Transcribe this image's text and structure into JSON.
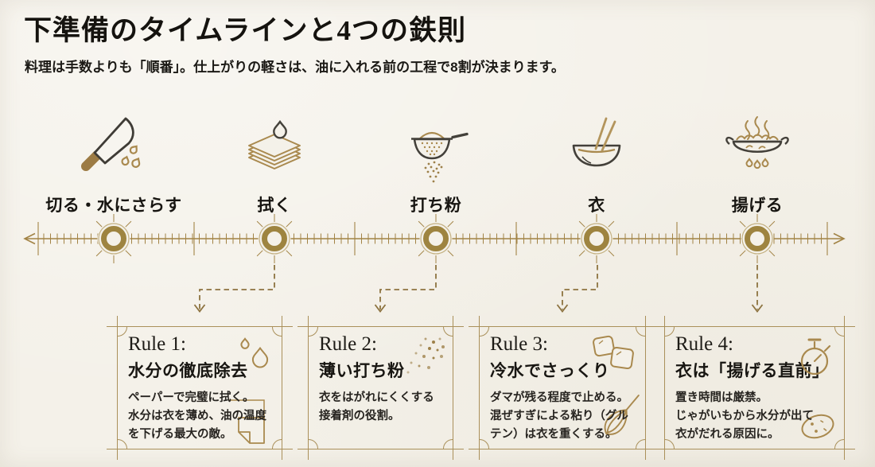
{
  "header": {
    "title": "下準備のタイムラインと4つの鉄則",
    "subtitle": "料理は手数よりも「順番」。仕上がりの軽さは、油に入れる前の工程で8割が決まります。"
  },
  "timeline": {
    "steps": [
      {
        "label": "切る・水にさらす",
        "icon": "knife-water-icon"
      },
      {
        "label": "拭く",
        "icon": "paper-towel-stack-icon"
      },
      {
        "label": "打ち粉",
        "icon": "flour-sieve-icon"
      },
      {
        "label": "衣",
        "icon": "batter-bowl-icon"
      },
      {
        "label": "揚げる",
        "icon": "frying-wok-icon"
      }
    ]
  },
  "rules": [
    {
      "title": "Rule 1:",
      "subtitle": "水分の徹底除去",
      "body": "ペーパーで完璧に拭く。\n水分は衣を薄め、油の温度\nを下げる最大の敵。",
      "corner_icon": "water-drops-icon",
      "accent_icon": "paper-sheet-icon"
    },
    {
      "title": "Rule 2:",
      "subtitle": "薄い打ち粉",
      "body": "衣をはがれにくくする\n接着剤の役割。",
      "corner_icon": "flour-dust-icon"
    },
    {
      "title": "Rule 3:",
      "subtitle": "冷水でさっくり",
      "body": "ダマが残る程度で止める。\n混ぜすぎによる粘り（グル\nテン）は衣を重くする。",
      "corner_icon": "ice-cubes-icon",
      "accent_icon": "whisk-icon"
    },
    {
      "title": "Rule 4:",
      "subtitle": "衣は「揚げる直前」",
      "body": "置き時間は厳禁。\nじゃがいもから水分が出て\n衣がだれる原因に。",
      "corner_icon": "stopwatch-icon",
      "accent_icon": "potato-icon"
    }
  ],
  "colors": {
    "background": "#f4f1e9",
    "gold_line": "#a28345",
    "gold_light": "#c4b183",
    "node_ring": "#9e8440",
    "dash": "#8d7340",
    "dark_stroke": "#43403a",
    "icon_gold": "#a9894e",
    "handle_brown": "#9c7b44",
    "frame": "#aa905a",
    "text": "#1c1a16"
  }
}
